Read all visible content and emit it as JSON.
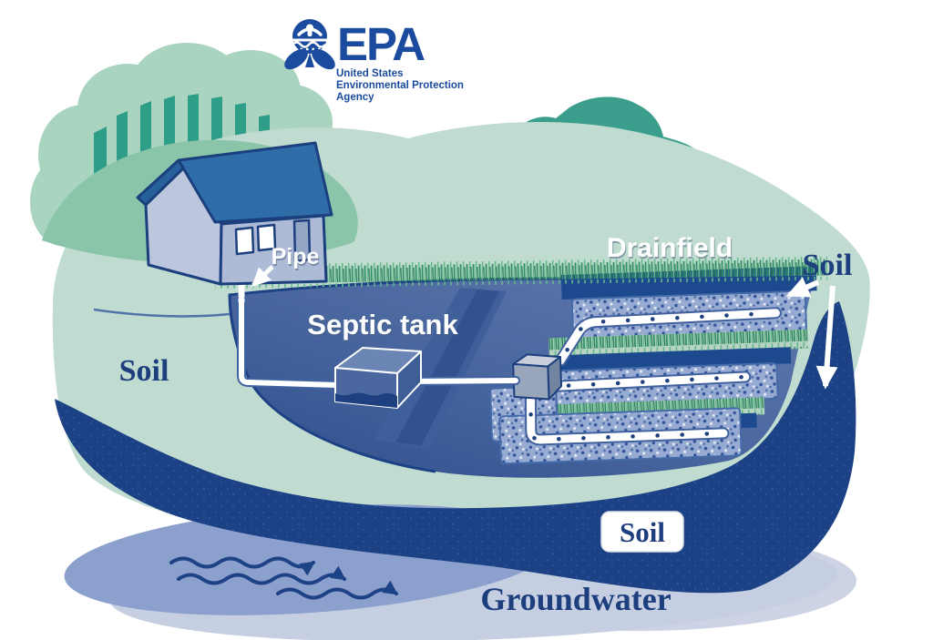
{
  "logo": {
    "icon_name": "epa-flower-icon",
    "org_abbrev": "EPA",
    "tagline": [
      "United States",
      "Environmental Protection",
      "Agency"
    ]
  },
  "labels": {
    "pipe": "Pipe",
    "septic_tank": "Septic tank",
    "drainfield": "Drainfield",
    "soil_surface_right": "Soil",
    "soil_surface_left": "Soil",
    "soil_deep": "Soil",
    "groundwater": "Groundwater"
  },
  "colors": {
    "epa_blue": "#1b4b9e",
    "label_navy": "#1e3f7e",
    "deep_soil_navy": "#1c4184",
    "ground_pale_green": "#c0dcd0",
    "hill_teal": "#3b9e8c",
    "tree_canopy_green": "#a9d4c0",
    "underground_slate": "#4a679f",
    "trench_navy": "#1d4a8e",
    "gravel_blue": "#97abd2",
    "groundwater_periwinkle": "#8ba0cc",
    "groundwater_light": "#c6cfe2",
    "house_roof_blue": "#2e6da8",
    "house_wall_lavender": "#b9c4dc",
    "grass_green": "#2f8f62",
    "pipe_white": "#ffffff"
  }
}
